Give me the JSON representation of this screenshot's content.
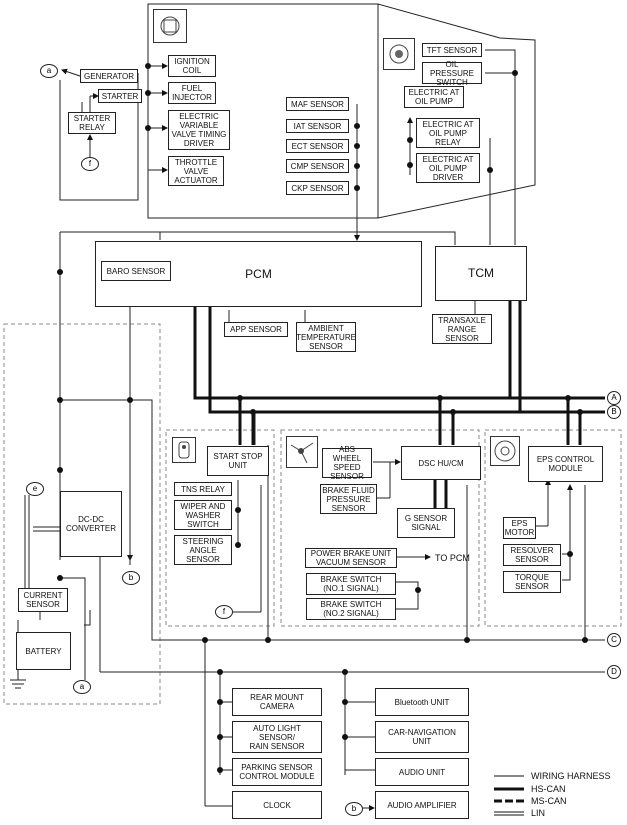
{
  "engine": {
    "generator": "GENERATOR",
    "starter": "STARTER",
    "starter_relay": "STARTER\nRELAY",
    "ignition_coil": "IGNITION\nCOIL",
    "fuel_injector": "FUEL\nINJECTOR",
    "evvt_driver": "ELECTRIC\nVARIABLE\nVALVE TIMING\nDRIVER",
    "throttle_actuator": "THROTTLE\nVALVE\nACTUATOR",
    "maf_sensor": "MAF SENSOR",
    "iat_sensor": "IAT SENSOR",
    "ect_sensor": "ECT SENSOR",
    "cmp_sensor": "CMP SENSOR",
    "ckp_sensor": "CKP SENSOR"
  },
  "transmission": {
    "tft_sensor": "TFT SENSOR",
    "oil_pressure_switch": "OIL PRESSURE\nSWITCH",
    "electric_oil_pump": "ELECTRIC AT\nOIL PUMP",
    "oil_pump_relay": "ELECTRIC AT\nOIL PUMP\nRELAY",
    "oil_pump_driver": "ELECTRIC AT\nOIL PUMP\nDRIVER"
  },
  "main": {
    "pcm": "PCM",
    "baro_sensor": "BARO SENSOR",
    "tcm": "TCM",
    "app_sensor": "APP SENSOR",
    "ambient_sensor": "AMBIENT\nTEMPERATURE\nSENSOR",
    "transaxle_range_sensor": "TRANSAXLE\nRANGE\nSENSOR"
  },
  "power": {
    "dcdc_converter": "DC-DC\nCONVERTER",
    "current_sensor": "CURRENT\nSENSOR",
    "battery": "BATTERY"
  },
  "start_stop": {
    "unit": "START STOP\nUNIT",
    "tns_relay": "TNS RELAY",
    "wiper_switch": "WIPER AND\nWASHER\nSWITCH",
    "steering_sensor": "STEERING\nANGLE\nSENSOR"
  },
  "dsc": {
    "unit": "DSC HU/CM",
    "abs_sensor": "ABS WHEEL\nSPEED\nSENSOR",
    "brake_fluid_sensor": "BRAKE FLUID\nPRESSURE\nSENSOR",
    "g_sensor": "G SENSOR\nSIGNAL",
    "vacuum_sensor": "POWER BRAKE UNIT\nVACUUM SENSOR",
    "to_pcm": "TO PCM",
    "brake_switch_1": "BRAKE SWITCH\n(NO.1 SIGNAL)",
    "brake_switch_2": "BRAKE SWITCH\n(NO.2 SIGNAL)"
  },
  "eps": {
    "module": "EPS CONTROL\nMODULE",
    "motor": "EPS\nMOTOR",
    "resolver": "RESOLVER\nSENSOR",
    "torque": "TORQUE\nSENSOR"
  },
  "body": {
    "rear_camera": "REAR MOUNT\nCAMERA",
    "auto_light": "AUTO LIGHT\nSENSOR/\nRAIN SENSOR",
    "parking_module": "PARKING SENSOR\nCONTROL MODULE",
    "clock": "CLOCK",
    "bluetooth": "Bluetooth UNIT",
    "car_nav": "CAR-NAVIGATION\nUNIT",
    "audio_unit": "AUDIO UNIT",
    "audio_amp": "AUDIO AMPLIFIER"
  },
  "connectors": {
    "a": "a",
    "b": "b",
    "e": "e",
    "f": "f",
    "A": "A",
    "B": "B",
    "C": "C",
    "D": "D"
  },
  "legend": {
    "wiring_harness": "WIRING HARNESS",
    "hs_can": "HS-CAN",
    "ms_can": "MS-CAN",
    "lin": "LIN"
  }
}
